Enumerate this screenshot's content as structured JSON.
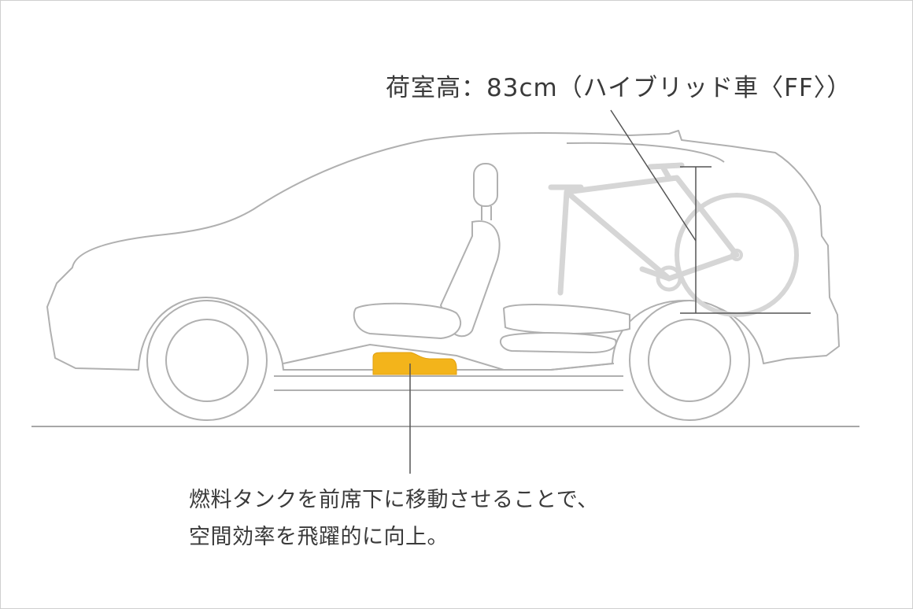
{
  "cargo_label": "荷室高：83cm（ハイブリッド車〈FF〉）",
  "caption": {
    "line1": "燃料タンクを前席下に移動させることで、",
    "line2": "空間効率を飛躍的に向上。"
  },
  "colors": {
    "outline": "#b0b0b0",
    "bicycle": "#d6d6d6",
    "fuel_tank": "#f3b41b",
    "leader": "#555555",
    "ground": "#8a8a8a"
  }
}
